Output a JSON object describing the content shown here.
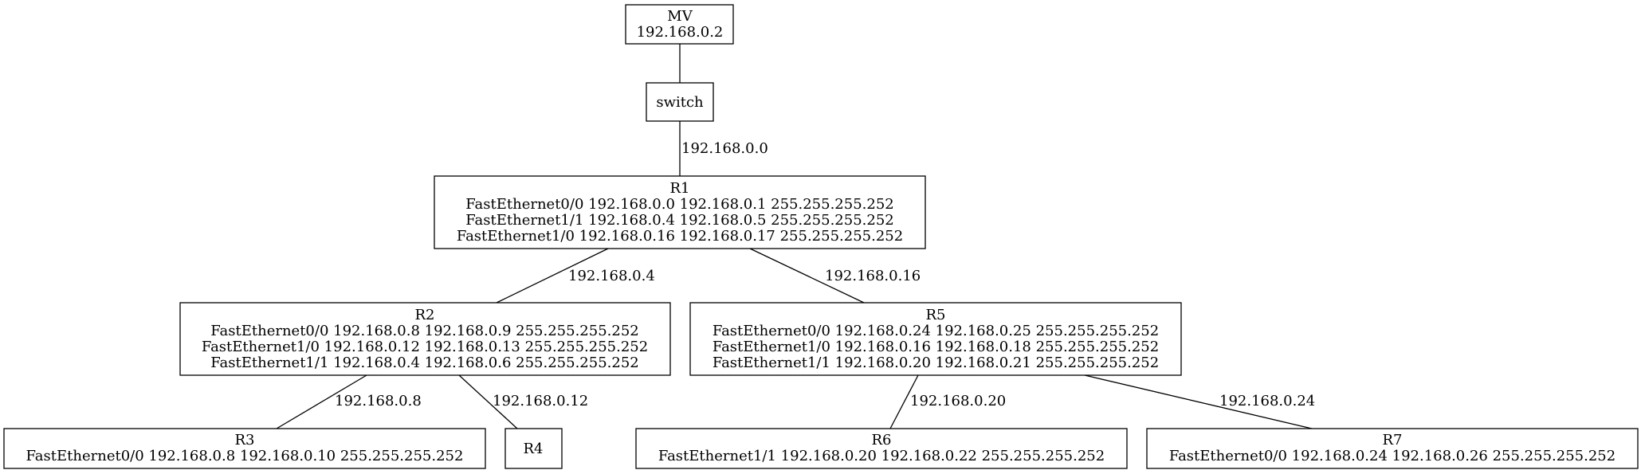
{
  "nodes": {
    "mv": {
      "lines": [
        "MV",
        "192.168.0.2"
      ]
    },
    "switch": {
      "lines": [
        "switch"
      ]
    },
    "r1": {
      "lines": [
        "R1",
        "FastEthernet0/0 192.168.0.0 192.168.0.1 255.255.255.252",
        "FastEthernet1/1 192.168.0.4 192.168.0.5 255.255.255.252",
        "FastEthernet1/0 192.168.0.16 192.168.0.17 255.255.255.252"
      ]
    },
    "r2": {
      "lines": [
        "R2",
        "FastEthernet0/0 192.168.0.8 192.168.0.9 255.255.255.252",
        "FastEthernet1/0 192.168.0.12 192.168.0.13 255.255.255.252",
        "FastEthernet1/1 192.168.0.4 192.168.0.6 255.255.255.252"
      ]
    },
    "r5": {
      "lines": [
        "R5",
        "FastEthernet0/0 192.168.0.24 192.168.0.25 255.255.255.252",
        "FastEthernet1/0 192.168.0.16 192.168.0.18 255.255.255.252",
        "FastEthernet1/1 192.168.0.20 192.168.0.21 255.255.255.252"
      ]
    },
    "r3": {
      "lines": [
        "R3",
        "FastEthernet0/0 192.168.0.8 192.168.0.10 255.255.255.252"
      ]
    },
    "r4": {
      "lines": [
        "R4"
      ]
    },
    "r6": {
      "lines": [
        "R6",
        "FastEthernet1/1 192.168.0.20 192.168.0.22 255.255.255.252"
      ]
    },
    "r7": {
      "lines": [
        "R7",
        "FastEthernet0/0 192.168.0.24 192.168.0.26 255.255.255.252"
      ]
    }
  },
  "edges": {
    "mv_switch": "",
    "switch_r1": "192.168.0.0",
    "r1_r2": "192.168.0.4",
    "r1_r5": "192.168.0.16",
    "r2_r3": "192.168.0.8",
    "r2_r4": "192.168.0.12",
    "r5_r6": "192.168.0.20",
    "r5_r7": "192.168.0.24"
  }
}
